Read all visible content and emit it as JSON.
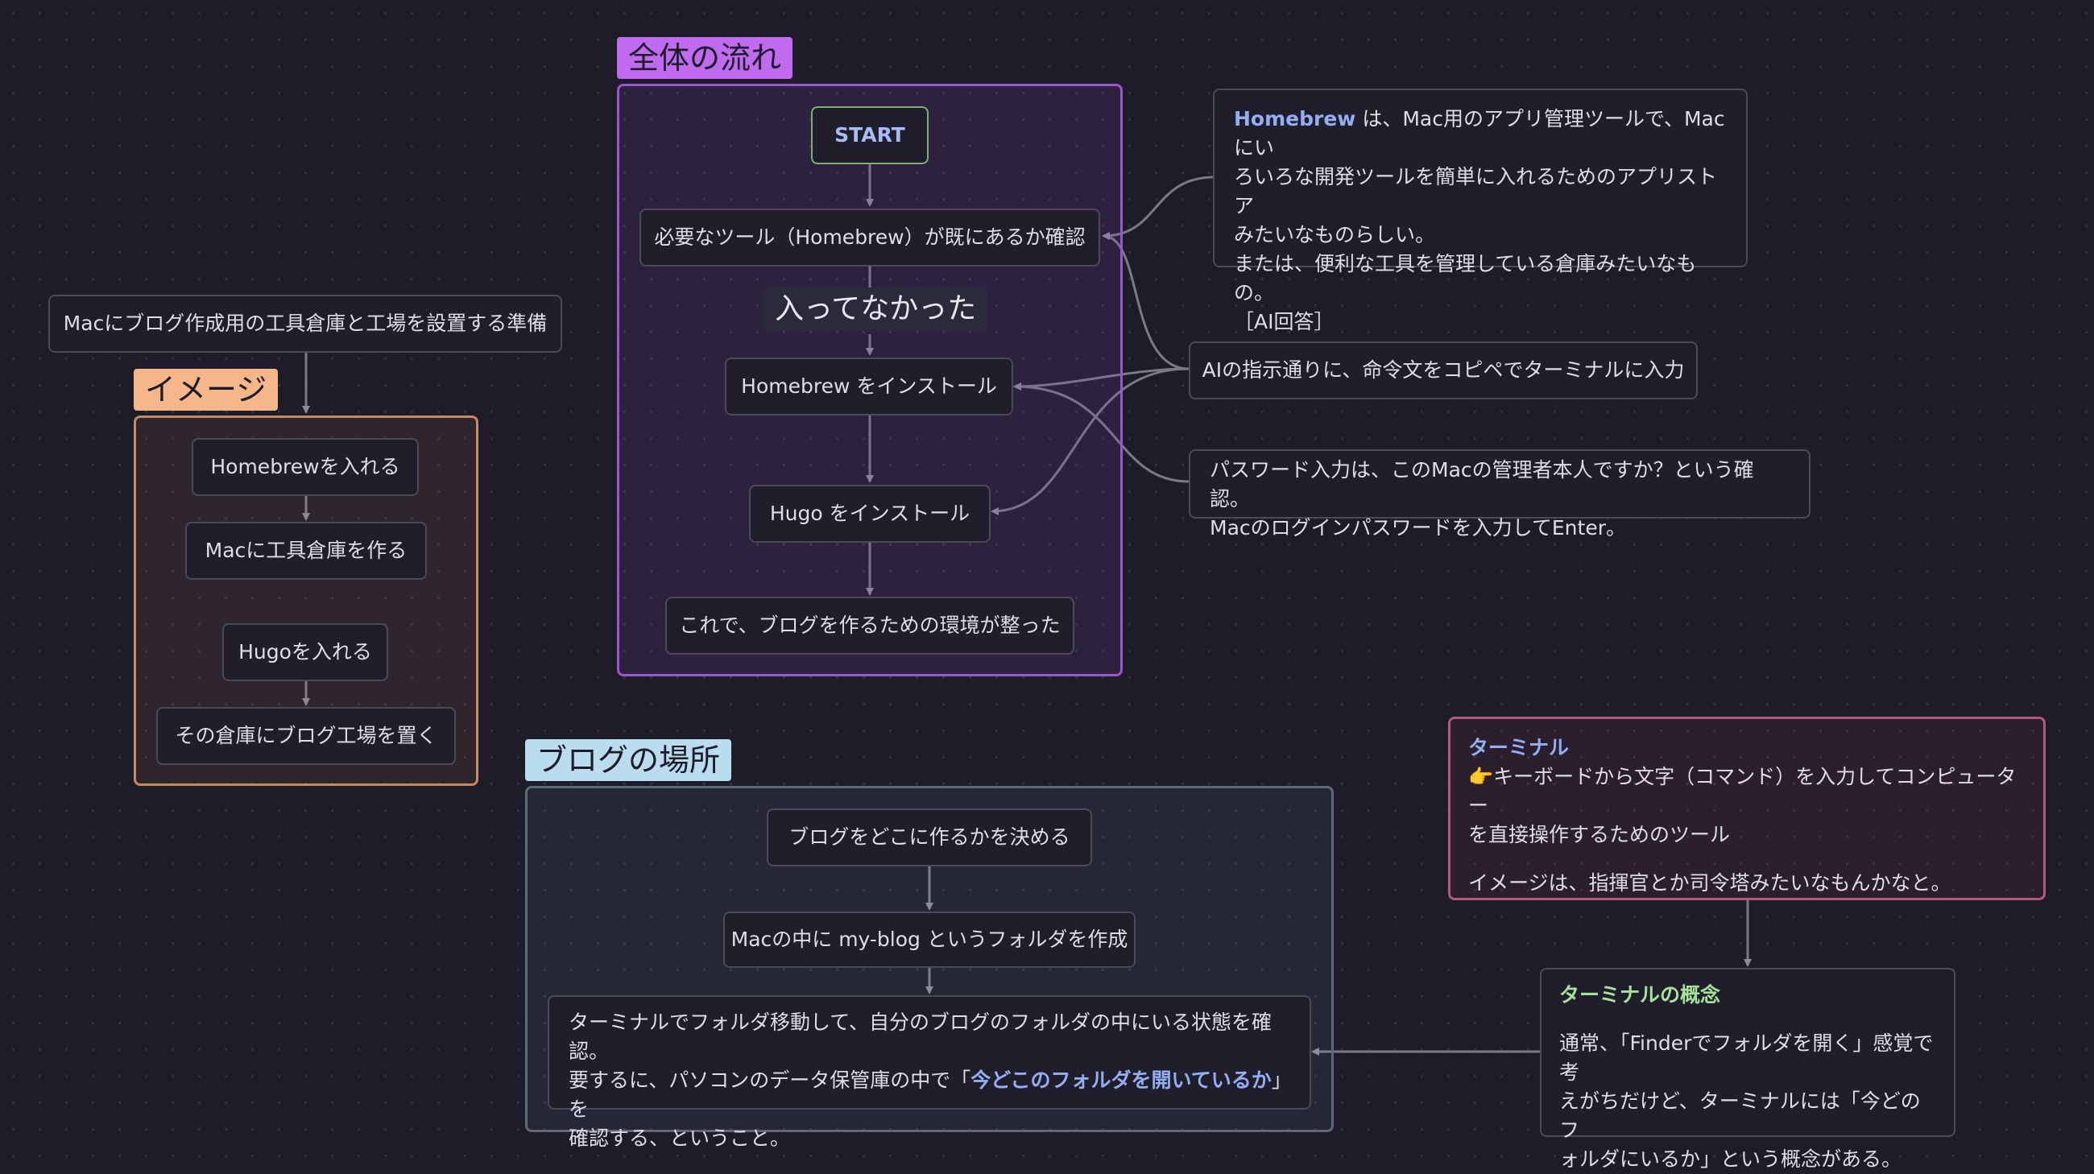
{
  "groups": {
    "flow": {
      "label": "全体の流れ",
      "color": "#c06bef"
    },
    "image": {
      "label": "イメージ",
      "color": "#f5b78a"
    },
    "blog": {
      "label": "ブログの場所",
      "color": "#b9dcef"
    }
  },
  "flow": {
    "start": "START",
    "check": "必要なツール（Homebrew）が既にあるか確認",
    "edge_label": "入ってなかった",
    "install_homebrew": "Homebrew をインストール",
    "install_hugo": "Hugo をインストール",
    "done": "これで、ブログを作るための環境が整った"
  },
  "prep": "Macにブログ作成用の工具倉庫と工場を設置する準備",
  "image": {
    "step1": "Homebrewを入れる",
    "step2": "Macに工具倉庫を作る",
    "step3": "Hugoを入れる",
    "step4": "その倉庫にブログ工場を置く"
  },
  "notes": {
    "homebrew": {
      "keyword": "Homebrew",
      "line1_rest": " は、Mac用のアプリ管理ツールで、Macにい",
      "line2": "ろいろな開発ツールを簡単に入れるためのアプリストア",
      "line3": "みたいなものらしい。",
      "line4": "または、便利な工具を管理している倉庫みたいなもの。",
      "line5": "［AI回答］"
    },
    "ai": "AIの指示通りに、命令文をコピペでターミナルに入力",
    "password": {
      "line1": "パスワード入力は、このMacの管理者本人ですか？という確認。",
      "line2": "Macのログインパスワードを入力してEnter。"
    },
    "terminal": {
      "title": "ターミナル",
      "line1": "👉キーボードから文字（コマンド）を入力してコンピューター",
      "line2": "を直接操作するためのツール",
      "line3": "イメージは、指揮官とか司令塔みたいなもんかなと。"
    },
    "concept": {
      "title": "ターミナルの概念",
      "line1": "通常、「Finderでフォルダを開く」感覚で考",
      "line2": "えがちだけど、ターミナルには「今どのフ",
      "line3": "ォルダにいるか」という概念がある。"
    }
  },
  "blog": {
    "decide": "ブログをどこに作るかを決める",
    "create": "Macの中に my-blog というフォルダを作成",
    "confirm_line1": "ターミナルでフォルダ移動して、自分のブログのフォルダの中にいる状態を確認。",
    "confirm_line2_pre": "要するに、パソコンのデータ保管庫の中で「",
    "confirm_line2_em": "今どこのフォルダを開いているか",
    "confirm_line2_post": "」を",
    "confirm_line3": "確認する、ということ。"
  }
}
